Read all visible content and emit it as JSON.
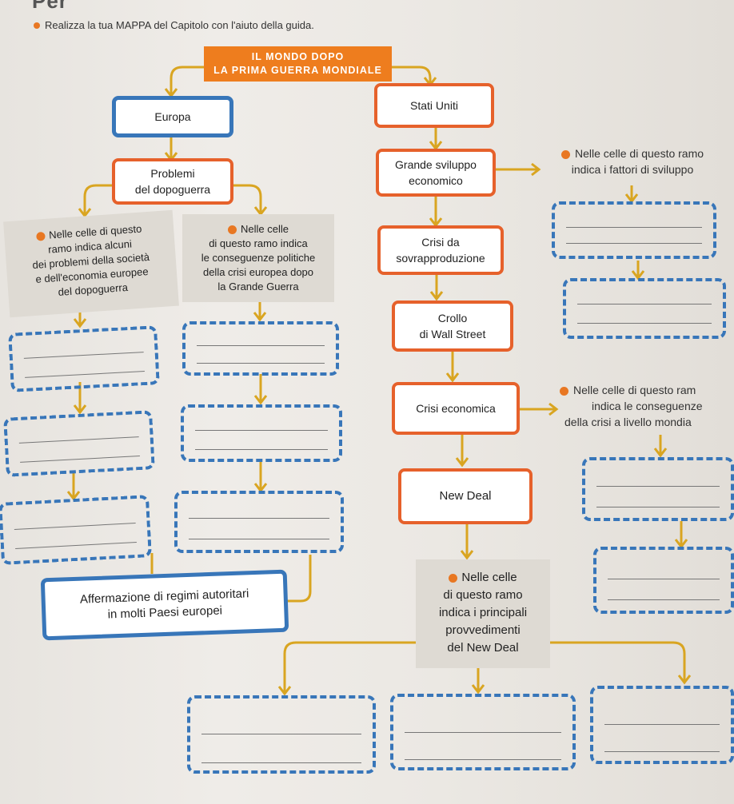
{
  "header_fragment": "Per",
  "instruction": "Realizza la tua MAPPA del Capitolo con l'aiuto della guida.",
  "title": {
    "line1": "IL MONDO DOPO",
    "line2": "LA PRIMA GUERRA MONDIALE"
  },
  "left": {
    "europa": "Europa",
    "problemi_line1": "Problemi",
    "problemi_line2": "del dopoguerra",
    "note_left": {
      "line1": "Nelle celle di questo",
      "line2": "ramo indica alcuni",
      "line3": "dei problemi della società",
      "line4": "e dell'economia europee",
      "line5": "del dopoguerra"
    },
    "note_mid": {
      "line1": "Nelle celle",
      "line2": "di questo ramo indica",
      "line3": "le conseguenze politiche",
      "line4": "della crisi europea dopo",
      "line5": "la Grande Guerra"
    },
    "regimi_line1": "Affermazione di regimi autoritari",
    "regimi_line2": "in molti Paesi europei"
  },
  "center": {
    "stati_uniti": "Stati Uniti",
    "sviluppo_line1": "Grande sviluppo",
    "sviluppo_line2": "economico",
    "crisi_line1": "Crisi da",
    "crisi_line2": "sovrapproduzione",
    "crollo_line1": "Crollo",
    "crollo_line2": "di Wall Street",
    "crisi_economica": "Crisi economica",
    "new_deal": "New Deal",
    "note_newdeal": {
      "line1": "Nelle celle",
      "line2": "di questo ramo",
      "line3": "indica i principali",
      "line4": "provvedimenti",
      "line5": "del New Deal"
    }
  },
  "right": {
    "note1_line1": "Nelle celle di questo ramo",
    "note1_line2": "indica i fattori di sviluppo",
    "note2_line1": "Nelle celle di questo ram",
    "note2_line2": "indica le conseguenze",
    "note2_line3": "della crisi a livello mondia"
  },
  "colors": {
    "accent_orange": "#ee7d1e",
    "box_blue": "#3876b9",
    "box_orange": "#e6612b",
    "connector_yellow": "#d9a521"
  }
}
